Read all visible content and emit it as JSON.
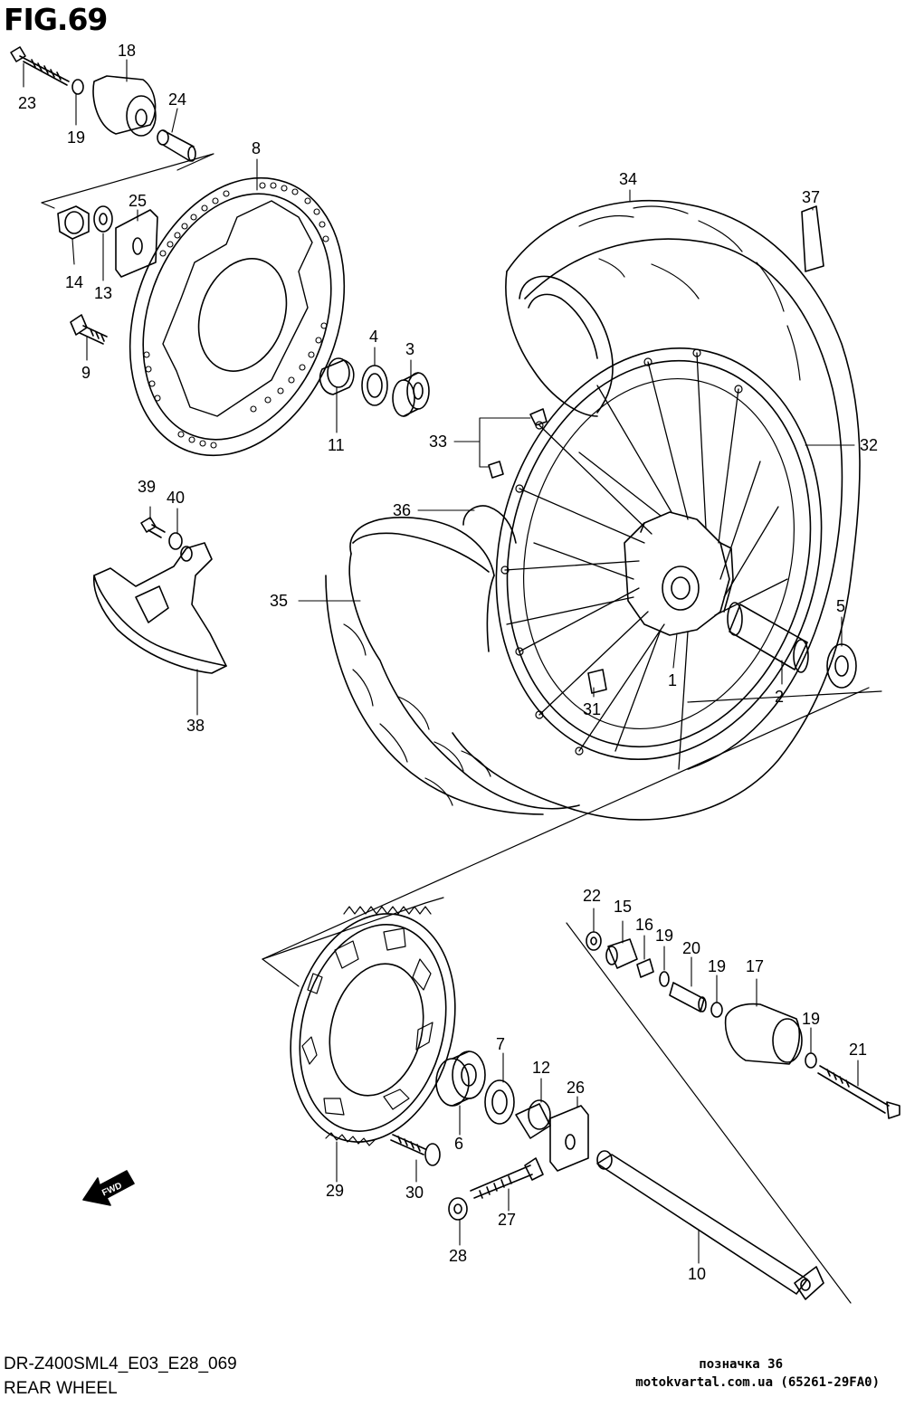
{
  "figure": {
    "title": "FIG.69",
    "model_code": "DR-Z400SML4_E03_E28_069",
    "section_name": "REAR WHEEL",
    "footer_label": "позначка 36",
    "footer_site": "motokvartal.com.ua (65261-29FA0)",
    "fwd_badge": "FWD"
  },
  "callouts": {
    "c1": "1",
    "c2": "2",
    "c3": "3",
    "c4": "4",
    "c5": "5",
    "c6": "6",
    "c7": "7",
    "c8": "8",
    "c9": "9",
    "c10": "10",
    "c11": "11",
    "c12": "12",
    "c13": "13",
    "c14": "14",
    "c15": "15",
    "c16": "16",
    "c17": "17",
    "c18": "18",
    "c19a": "19",
    "c19b": "19",
    "c19c": "19",
    "c19d": "19",
    "c20": "20",
    "c21": "21",
    "c22": "22",
    "c23": "23",
    "c24": "24",
    "c25": "25",
    "c26": "26",
    "c27": "27",
    "c28": "28",
    "c29": "29",
    "c30": "30",
    "c31": "31",
    "c32": "32",
    "c33": "33",
    "c34": "34",
    "c35": "35",
    "c36": "36",
    "c37": "37",
    "c38": "38",
    "c39": "39",
    "c40": "40"
  }
}
